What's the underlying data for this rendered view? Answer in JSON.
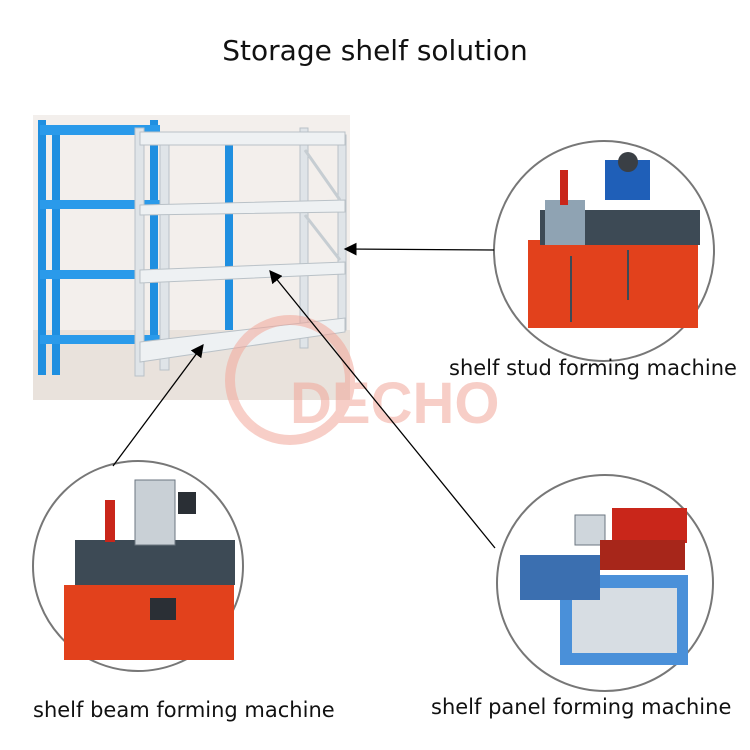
{
  "title": "Storage shelf solution",
  "watermark": "DECHO",
  "machines": [
    {
      "id": "stud",
      "caption": "shelf stud forming machine",
      "icon": "roll-forming-machine-icon"
    },
    {
      "id": "beam",
      "caption": "shelf beam forming machine",
      "icon": "roll-forming-machine-icon"
    },
    {
      "id": "panel",
      "caption": "shelf panel forming machine",
      "icon": "roll-forming-machine-icon"
    }
  ],
  "colors": {
    "rack_blue": "#1f8fe0",
    "rack_white": "#e8ecef",
    "machine_red": "#e2411c",
    "frame_blue": "#4a90d9",
    "watermark": "#f2a79a"
  }
}
